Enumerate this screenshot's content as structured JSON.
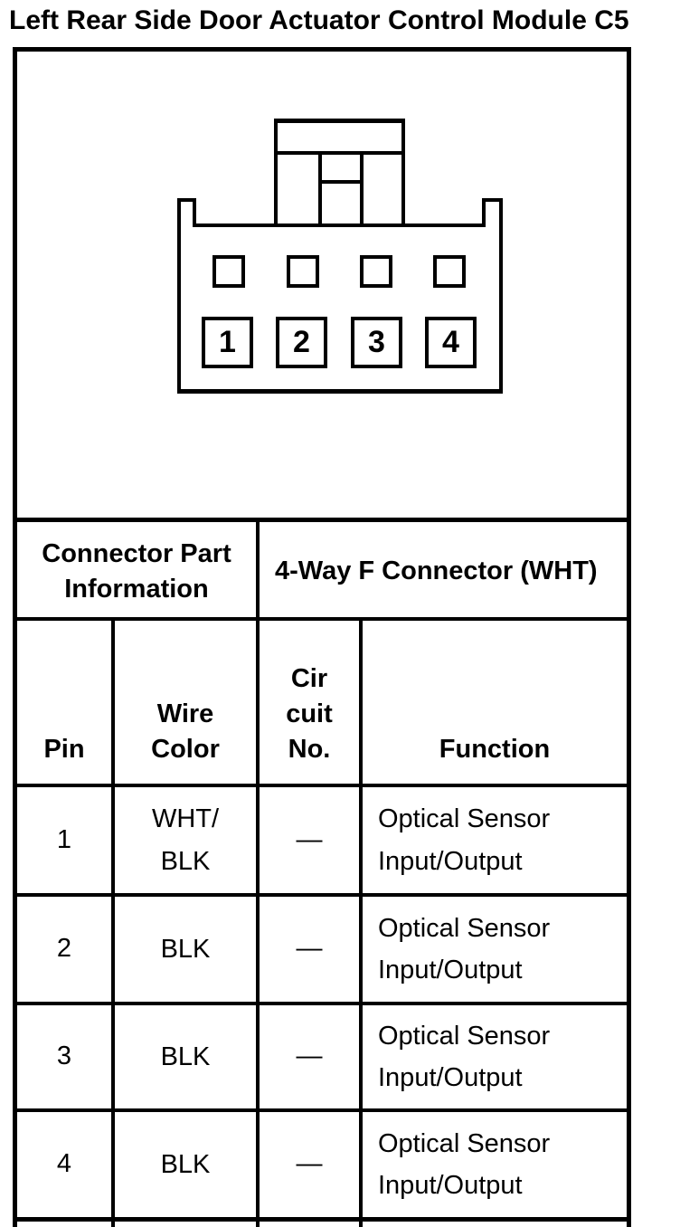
{
  "title": "Left Rear Side Door Actuator Control Module C5",
  "colors": {
    "ink": "#000000",
    "paper": "#ffffff"
  },
  "connector_diagram": {
    "cavities": [
      "1",
      "2",
      "3",
      "4"
    ]
  },
  "table": {
    "part_info_header": "Connector Part\nInformation",
    "connector_type_header": "4-Way F Connector (WHT)",
    "col_pin": "Pin",
    "col_wire_color": "Wire\nColor",
    "col_circuit_no": "Cir\ncuit\nNo.",
    "col_function": "Function",
    "rows": [
      {
        "pin": "1",
        "wire_color": "WHT/\nBLK",
        "circuit_no": "—",
        "function": "Optical Sensor\nInput/Output"
      },
      {
        "pin": "2",
        "wire_color": "BLK",
        "circuit_no": "—",
        "function": "Optical Sensor\nInput/Output"
      },
      {
        "pin": "3",
        "wire_color": "BLK",
        "circuit_no": "—",
        "function": "Optical Sensor\nInput/Output"
      },
      {
        "pin": "4",
        "wire_color": "BLK",
        "circuit_no": "—",
        "function": "Optical Sensor\nInput/Output"
      }
    ]
  }
}
